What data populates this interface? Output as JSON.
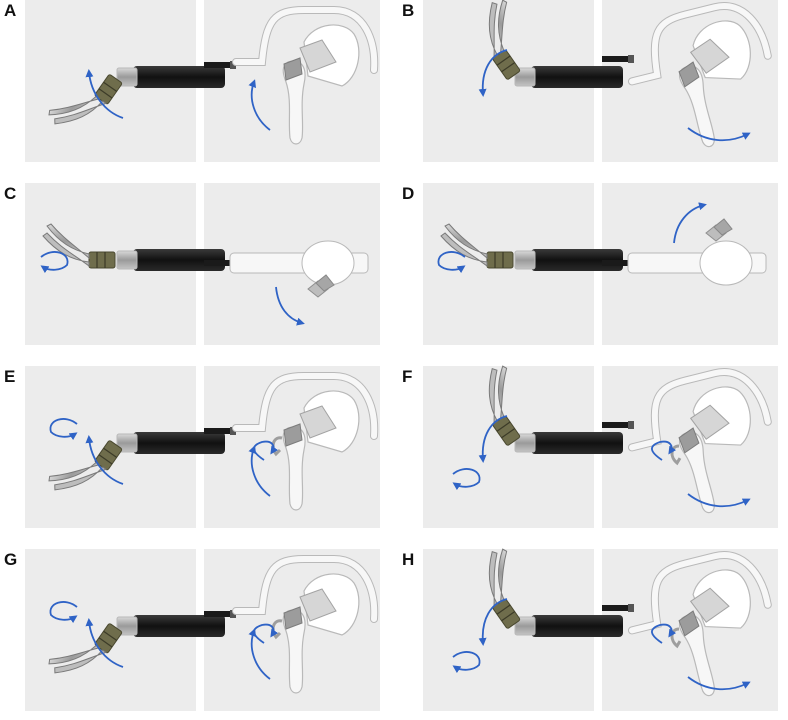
{
  "panels": [
    {
      "label": "A",
      "tip_pose": "articulate-up",
      "tip_rotation": false,
      "tip_dir": "ccw",
      "handle": "side",
      "handle_motion": "handle-squeeze-up"
    },
    {
      "label": "B",
      "tip_pose": "articulate-down",
      "tip_rotation": false,
      "tip_dir": "cw",
      "handle": "side-tilted",
      "handle_motion": "handle-tilt-down"
    },
    {
      "label": "C",
      "tip_pose": "rotate",
      "tip_rotation": true,
      "tip_dir": "cw",
      "handle": "top",
      "handle_motion": "knob-rotate-down"
    },
    {
      "label": "D",
      "tip_pose": "rotate",
      "tip_rotation": true,
      "tip_dir": "ccw",
      "handle": "top",
      "handle_motion": "knob-rotate-up"
    },
    {
      "label": "E",
      "tip_pose": "articulate-up",
      "tip_rotation": true,
      "tip_dir": "ccw",
      "handle": "side",
      "handle_motion": "combined-squeeze-rotate"
    },
    {
      "label": "F",
      "tip_pose": "articulate-down",
      "tip_rotation": true,
      "tip_dir": "cw",
      "handle": "side-tilted",
      "handle_motion": "combined-tilt-rotate"
    },
    {
      "label": "G",
      "tip_pose": "articulate-up",
      "tip_rotation": true,
      "tip_dir": "ccw",
      "handle": "side",
      "handle_motion": "combined-squeeze-rotate"
    },
    {
      "label": "H",
      "tip_pose": "articulate-down",
      "tip_rotation": true,
      "tip_dir": "cw",
      "handle": "side-tilted",
      "handle_motion": "combined-tilt-rotate"
    }
  ],
  "colors": {
    "panel_bg": "#ececec",
    "shaft": "#1a1a1a",
    "metal": "#a9a9a9",
    "olive": "#6f6d4c",
    "handle": "#f7f7f7",
    "outline": "#b9b9b9",
    "arrow": "#2f63c6"
  }
}
